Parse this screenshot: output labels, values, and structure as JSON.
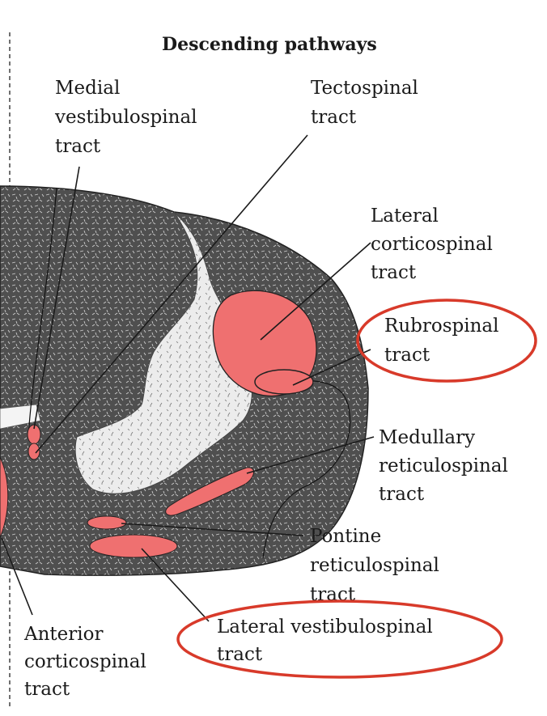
{
  "title": "Descending pathways",
  "labels": {
    "medial_vestibulospinal": [
      "Medial",
      "vestibulospinal",
      "tract"
    ],
    "tectospinal": [
      "Tectospinal",
      "tract"
    ],
    "lateral_corticospinal": [
      "Lateral",
      "corticospinal",
      "tract"
    ],
    "rubrospinal": [
      "Rubrospinal",
      "tract"
    ],
    "medullary_reticulospinal": [
      "Medullary",
      "reticulospinal",
      "tract"
    ],
    "pontine_reticulospinal": [
      "Pontine",
      "reticulospinal",
      "tract"
    ],
    "lateral_vestibulospinal": [
      "Lateral vestibulospinal",
      "tract"
    ],
    "anterior_corticospinal": [
      "Anterior",
      "corticospinal",
      "tract"
    ]
  },
  "colors": {
    "tract_fill": "#ef7070",
    "highlight_ring": "#d83a2a",
    "white_matter": "#5a5a5a",
    "gray_matter": "#e6e6e6",
    "leader_line": "#1a1a1a"
  }
}
